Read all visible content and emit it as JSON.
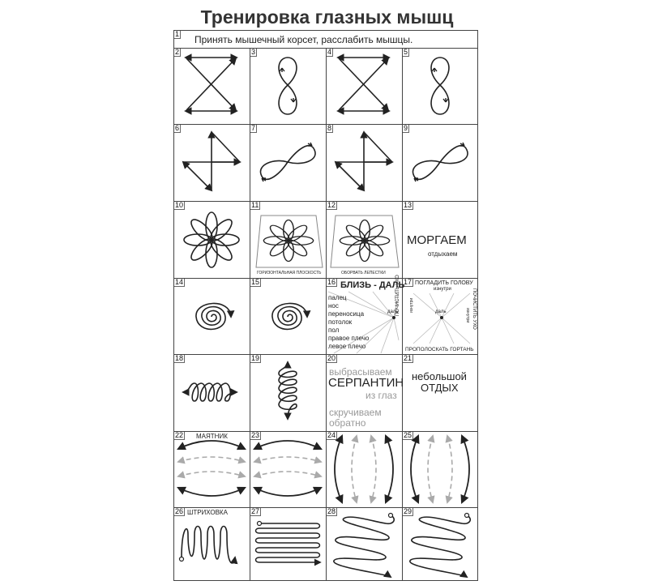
{
  "title": "Тренировка глазных мышц",
  "cells": {
    "c1": {
      "num": "1",
      "text": "Принять мышечный корсет, расслабить мышцы."
    },
    "c2": {
      "num": "2",
      "icon": "hourglass-arrows-icon"
    },
    "c3": {
      "num": "3",
      "icon": "vertical-figure-eight-icon"
    },
    "c4": {
      "num": "4",
      "icon": "hourglass-arrows-icon"
    },
    "c5": {
      "num": "5",
      "icon": "vertical-figure-eight-icon"
    },
    "c6": {
      "num": "6",
      "icon": "diagonal-arrows-icon"
    },
    "c7": {
      "num": "7",
      "icon": "diagonal-figure-eight-icon"
    },
    "c8": {
      "num": "8",
      "icon": "diagonal-arrows-icon"
    },
    "c9": {
      "num": "9",
      "icon": "diagonal-figure-eight-icon"
    },
    "c10": {
      "num": "10",
      "icon": "flower-icon"
    },
    "c11": {
      "num": "11",
      "icon": "flower-plane-icon",
      "caption": "ГОРИЗОНТАЛЬНАЯ ПЛОСКОСТЬ"
    },
    "c12": {
      "num": "12",
      "icon": "flower-plane-icon",
      "caption": "ОБОРВАТЬ ЛЕПЕСТКИ"
    },
    "c13": {
      "num": "13",
      "big": "МОРГАЕМ",
      "small": "отдыхаем"
    },
    "c14": {
      "num": "14",
      "icon": "spiral-icon"
    },
    "c15": {
      "num": "15",
      "icon": "spiral-icon"
    },
    "c16": {
      "num": "16",
      "head": "БЛИЗЬ - ДАЛЬ",
      "items": [
        "палец",
        "нос",
        "переносица",
        "потолок",
        "пол",
        "правое плечо",
        "левое плечо"
      ],
      "far": "даль"
    },
    "c17": {
      "num": "17",
      "top": "ПОГЛАДИТЬ ГОЛОВУ",
      "inside": "изнутри",
      "left": "ПОЧИСТИТЬ УХО",
      "right": "ПОЧИСТИТЬ УХО",
      "left_small": "изнутри",
      "right_small": "изнутри",
      "far": "даль",
      "bottom": "ПРОПОЛОСКАТЬ ГОРТАНЬ"
    },
    "c18": {
      "num": "18",
      "icon": "horizontal-coil-icon"
    },
    "c19": {
      "num": "19",
      "icon": "vertical-coil-icon"
    },
    "c20": {
      "num": "20",
      "l1": "выбрасываем",
      "l2": "СЕРПАНТИН",
      "l3": "из глаз",
      "l4": "скручиваем",
      "l5": "обратно"
    },
    "c21": {
      "num": "21",
      "l1": "небольшой",
      "l2": "ОТДЫХ"
    },
    "c22": {
      "num": "22",
      "label": "МАЯТНИК",
      "icon": "pendulum-arcs-icon"
    },
    "c23": {
      "num": "23",
      "icon": "pendulum-arcs-icon"
    },
    "c24": {
      "num": "24",
      "icon": "vertical-arcs-icon"
    },
    "c25": {
      "num": "25",
      "icon": "vertical-arcs-icon"
    },
    "c26": {
      "num": "26",
      "label": "ШТРИХОВКА",
      "icon": "vertical-zigzag-icon"
    },
    "c27": {
      "num": "27",
      "icon": "horizontal-zigzag-icon"
    },
    "c28": {
      "num": "28",
      "icon": "diagonal-zigzag-icon"
    },
    "c29": {
      "num": "29",
      "icon": "diagonal-zigzag-icon"
    }
  },
  "colors": {
    "ink": "#222222",
    "grey_arrow": "#aaaaaa",
    "grid": "#444444"
  }
}
